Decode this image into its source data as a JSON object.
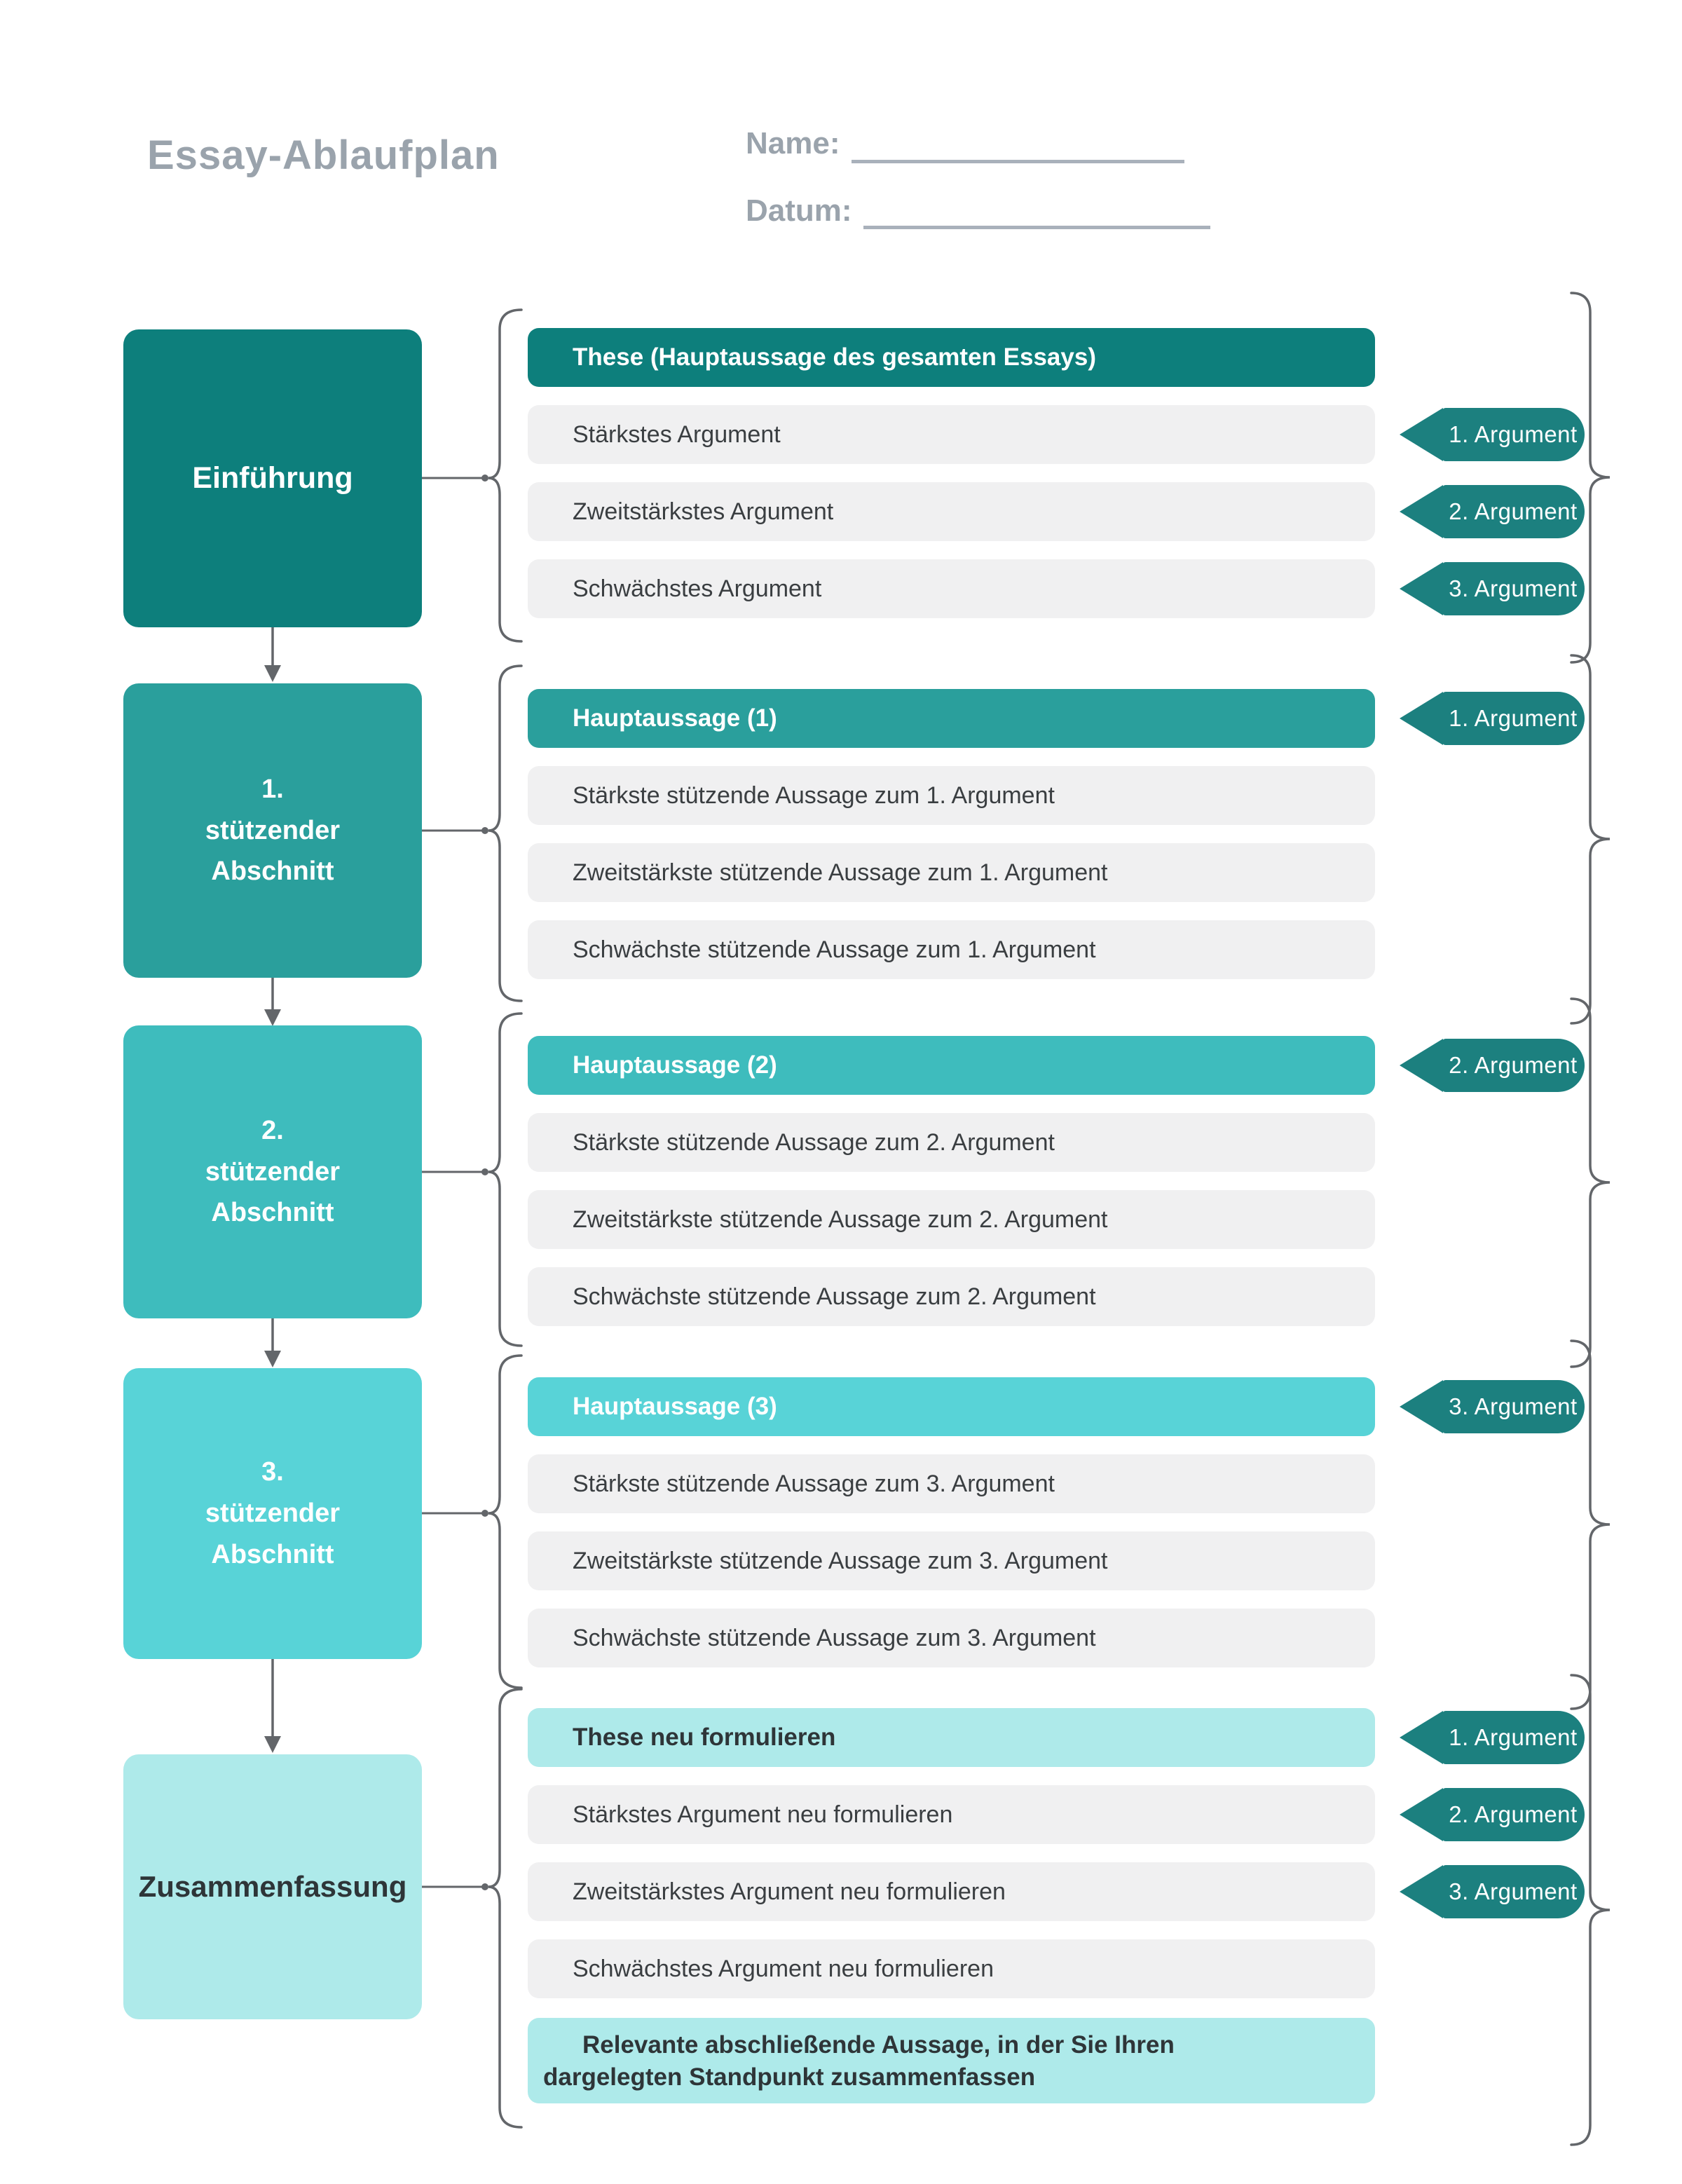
{
  "header": {
    "title": "Essay-Ablaufplan",
    "name_label": "Name:",
    "date_label": "Datum:"
  },
  "colors": {
    "teal_dark": "#0D7F7C",
    "teal": "#2A9F9C",
    "teal_light": "#3EBCBD",
    "cyan": "#58D3D7",
    "cyan_pale": "#AEEAEA",
    "badge": "#1C807F",
    "row_bg": "#F0F0F1",
    "heading_gray": "#9AA3AC"
  },
  "flow_boxes": [
    {
      "label": "Einführung"
    },
    {
      "label": "1.\nstützender\nAbschnitt"
    },
    {
      "label": "2.\nstützender\nAbschnitt"
    },
    {
      "label": "3.\nstützender\nAbschnitt"
    },
    {
      "label": "Zusammenfassung"
    }
  ],
  "groups": [
    {
      "header": "These (Hauptaussage des gesamten Essays)",
      "rows": [
        "Stärkstes Argument",
        "Zweitstärkstes Argument",
        "Schwächstes Argument"
      ]
    },
    {
      "header": "Hauptaussage (1)",
      "rows": [
        "Stärkste stützende Aussage zum 1. Argument",
        "Zweitstärkste stützende Aussage zum 1. Argument",
        "Schwächste stützende Aussage zum 1. Argument"
      ]
    },
    {
      "header": "Hauptaussage (2)",
      "rows": [
        "Stärkste stützende Aussage zum 2. Argument",
        "Zweitstärkste stützende Aussage zum 2. Argument",
        "Schwächste stützende Aussage zum 2. Argument"
      ]
    },
    {
      "header": "Hauptaussage (3)",
      "rows": [
        "Stärkste stützende Aussage zum 3. Argument",
        "Zweitstärkste stützende Aussage zum 3. Argument",
        "Schwächste stützende Aussage zum 3. Argument"
      ]
    },
    {
      "header": "These neu formulieren",
      "rows": [
        "Stärkstes Argument neu formulieren",
        "Zweitstärkstes Argument neu formulieren",
        "Schwächstes Argument neu formulieren"
      ],
      "closing": "Relevante abschließende Aussage, in der Sie Ihren\ndargelegten Standpunkt zusammenfassen"
    }
  ],
  "badges": [
    "1. Argument",
    "2. Argument",
    "3. Argument",
    "1. Argument",
    "2. Argument",
    "3. Argument",
    "1. Argument",
    "2. Argument",
    "3. Argument"
  ]
}
